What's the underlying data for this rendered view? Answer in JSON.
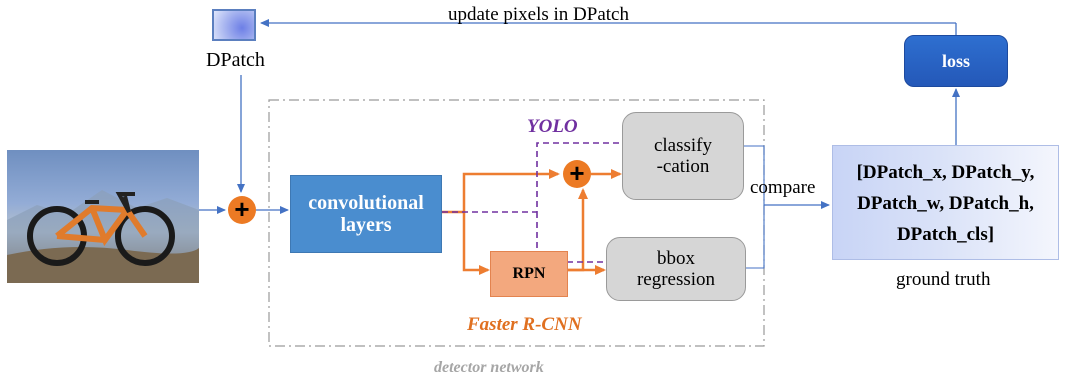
{
  "top_arrow_label": "update pixels in DPatch",
  "dpatch_label": "DPatch",
  "conv_block": {
    "line1": "convolutional",
    "line2": "layers"
  },
  "yolo_label": "YOLO",
  "classify_block": {
    "line1": "classify",
    "line2": "-cation"
  },
  "bbox_block": {
    "line1": "bbox",
    "line2": "regression"
  },
  "rpn_label": "RPN",
  "faster_rcnn_label": "Faster R-CNN",
  "detector_network_label": "detector network",
  "compare_label": "compare",
  "loss_label": "loss",
  "ground_truth_box": {
    "line1": "[DPatch_x, DPatch_y,",
    "line2": "DPatch_w, DPatch_h,",
    "line3": "DPatch_cls]"
  },
  "ground_truth_label": "ground truth",
  "plus_symbol": "+",
  "colors": {
    "blue_arrow": "#4472c4",
    "orange_arrow": "#ed7d31",
    "yolo_dashed": "#7030a0",
    "detector_border": "#9a9a9a",
    "conv_fill": "#4a8dcf",
    "loss_fill": "#2458b8",
    "rpn_fill": "#f3a87e"
  }
}
